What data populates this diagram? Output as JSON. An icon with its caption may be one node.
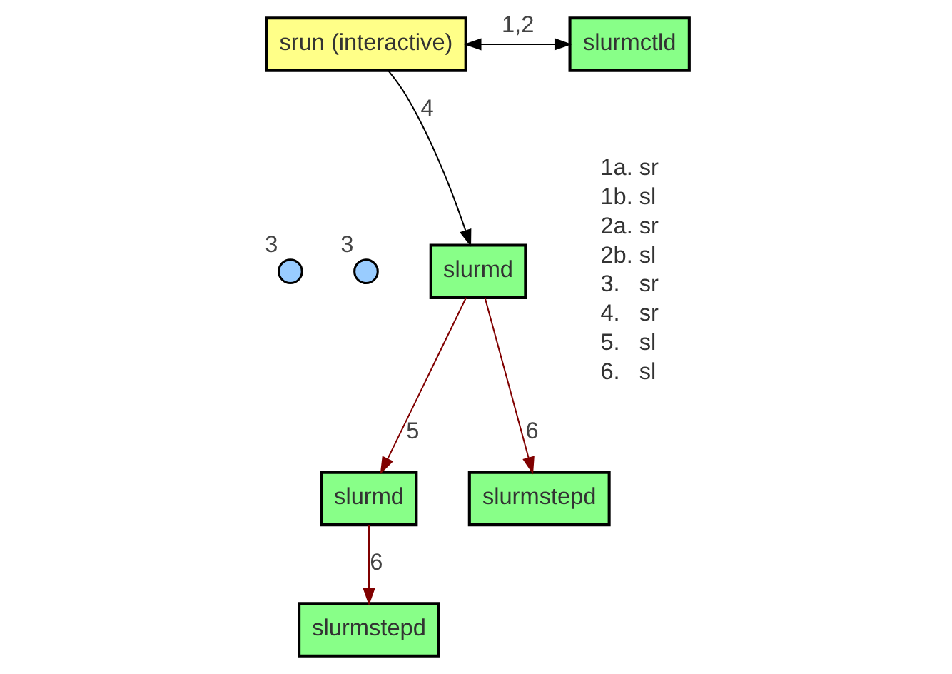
{
  "diagram": {
    "nodes": [
      {
        "text": [
          "srun (interactive)"
        ]
      },
      {
        "text": [
          "slurmctld"
        ]
      },
      {
        "text": [],
        "shape": "circle",
        "beside": [
          "3"
        ]
      },
      {
        "text": [],
        "shape": "circle",
        "beside": [
          "3"
        ]
      },
      {
        "text": [
          "slurmd"
        ]
      },
      {
        "text": [
          "slurmd"
        ]
      },
      {
        "text": [
          "slurmstepd"
        ]
      },
      {
        "text": [
          "slurmstepd"
        ]
      }
    ],
    "edges": [
      {
        "from": 0,
        "to": 1,
        "arrow": "both",
        "label": "1,2",
        "color": "#000000"
      },
      {
        "from": 0,
        "to": 4,
        "arrow": "to",
        "label": "4",
        "color": "#000000"
      },
      {
        "from": 4,
        "to": 5,
        "arrow": "to",
        "label": "5",
        "color": "#800000"
      },
      {
        "from": 5,
        "to": 6,
        "arrow": "to",
        "label": "6",
        "color": "#800000"
      },
      {
        "from": 4,
        "to": 7,
        "arrow": "to",
        "label": "6",
        "color": "#800000"
      }
    ],
    "labels": [
      "1a. sr",
      "1b. sl",
      "2a. sr",
      "2b. sl",
      "3.   sr",
      "4.   sr",
      "5.   sl",
      "6.   sl"
    ]
  }
}
